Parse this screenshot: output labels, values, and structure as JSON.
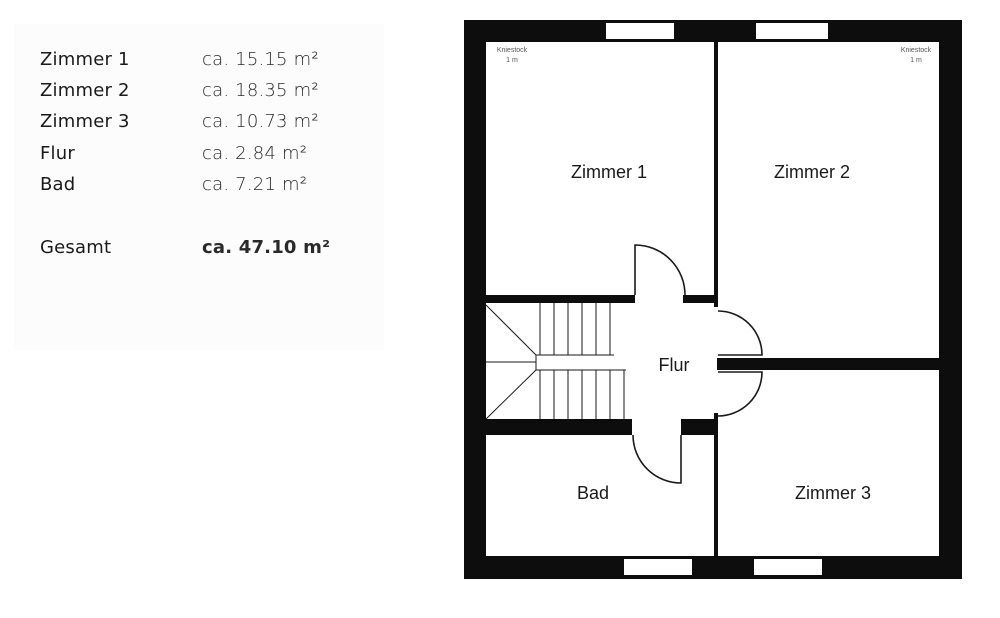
{
  "legend": {
    "rooms": [
      {
        "name": "Zimmer 1",
        "area": "ca. 15.15 m²"
      },
      {
        "name": "Zimmer 2",
        "area": "ca. 18.35 m²"
      },
      {
        "name": "Zimmer 3",
        "area": "ca. 10.73 m²"
      },
      {
        "name": "Flur",
        "area": "ca. 2.84 m²"
      },
      {
        "name": "Bad",
        "area": "ca. 7.21 m²"
      }
    ],
    "total": {
      "name": "Gesamt",
      "area": "ca. 47.10 m²"
    }
  },
  "plan": {
    "rooms": {
      "zimmer1": "Zimmer 1",
      "zimmer2": "Zimmer 2",
      "zimmer3": "Zimmer 3",
      "flur": "Flur",
      "bad": "Bad"
    },
    "kniestock_left": {
      "label": "Kniestock",
      "value": "1 m"
    },
    "kniestock_right": {
      "label": "Kniestock",
      "value": "1 m"
    }
  },
  "colors": {
    "wall": "#0d0d0d",
    "floor": "#ffffff",
    "panel": "#fcfcfc"
  }
}
